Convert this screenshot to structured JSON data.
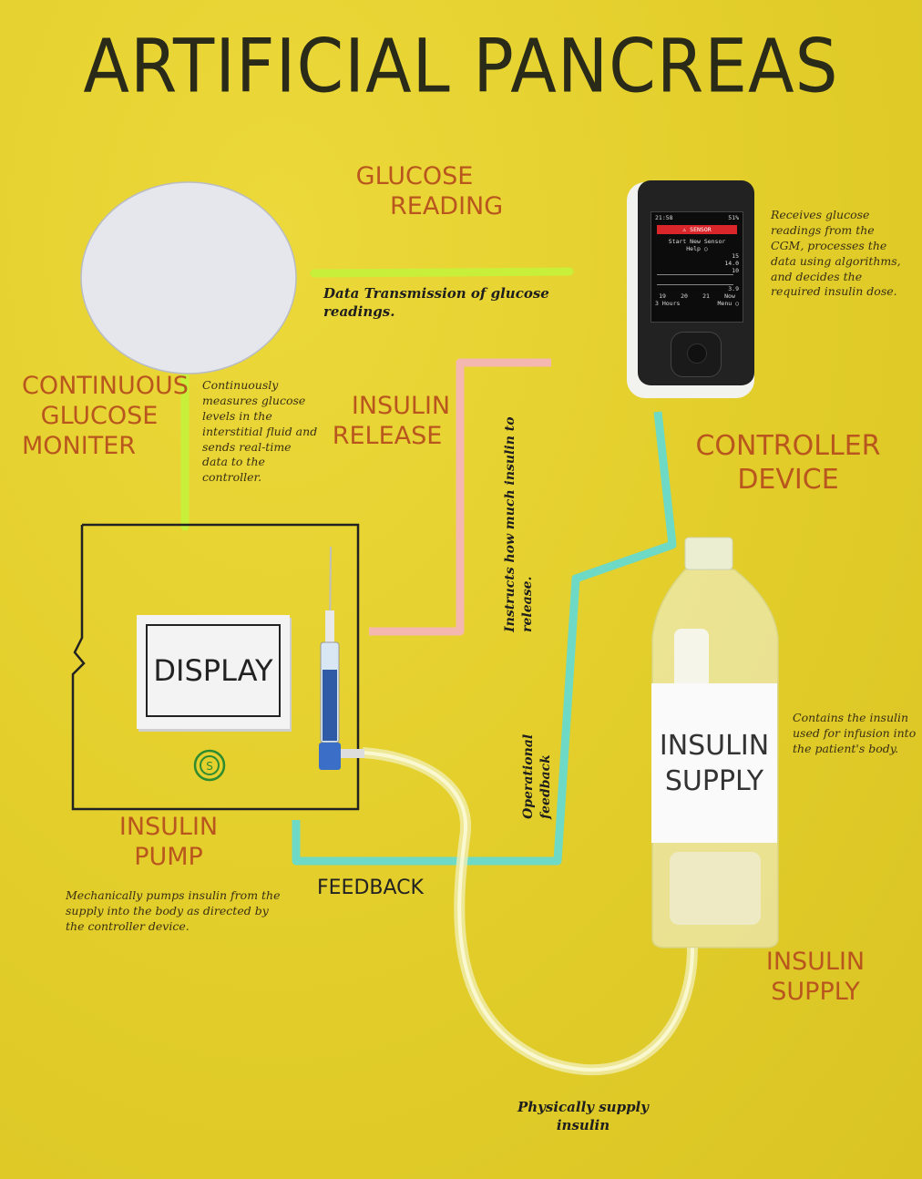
{
  "title": "ARTIFICIAL PANCREAS",
  "labels": {
    "glucose_reading": [
      "GLUCOSE",
      "READING"
    ],
    "cgm": [
      "CONTINUOUS",
      "GLUCOSE",
      "MONITER"
    ],
    "insulin_release": [
      "INSULIN",
      "RELEASE"
    ],
    "controller": [
      "CONTROLLER",
      "DEVICE"
    ],
    "insulin_pump": [
      "INSULIN",
      "PUMP"
    ],
    "feedback": "FEEDBACK",
    "insulin_supply": [
      "INSULIN",
      "SUPPLY"
    ]
  },
  "notes": {
    "data_transmission": "Data Transmission of glucose readings.",
    "cgm_desc": "Continuously measures glucose levels in the interstitial fluid and sends real-time data to the controller.",
    "controller_desc": "Receives glucose readings from the CGM, processes the data using algorithms, and decides the required insulin dose.",
    "instructs": "Instructs how much insulin to release.",
    "operational_feedback": "Operational feedback",
    "pump_desc": "Mechanically pumps insulin from the supply into the body as directed by the controller device.",
    "supply_desc": "Contains the insulin used for infusion into the patient's body.",
    "physically_supply": "Physically supply insulin"
  },
  "display_card": "DISPLAY",
  "bottle_label": [
    "INSULIN",
    "SUPPLY"
  ],
  "device_screen": {
    "time": "21:58",
    "battery": "51%",
    "alert": "⚠ SENSOR",
    "line1": "Start New Sensor",
    "line2": "Help ○",
    "scale_top": "15",
    "scale_mid": "14.0",
    "scale_low": "10",
    "scale_val": "3.9",
    "times": [
      "19",
      "20",
      "21"
    ],
    "now": "Now",
    "hours": "3 Hours",
    "menu": "Menu ○"
  },
  "colors": {
    "background": "#e6d22c",
    "label_orange": "#b8561e",
    "straw_green": "#c8f03a",
    "straw_pink": "#f4b8b0",
    "straw_teal": "#6ed9c4"
  },
  "icons": [
    "pump-logo-icon",
    "syringe-icon",
    "bottle-icon",
    "dpad-icon"
  ]
}
